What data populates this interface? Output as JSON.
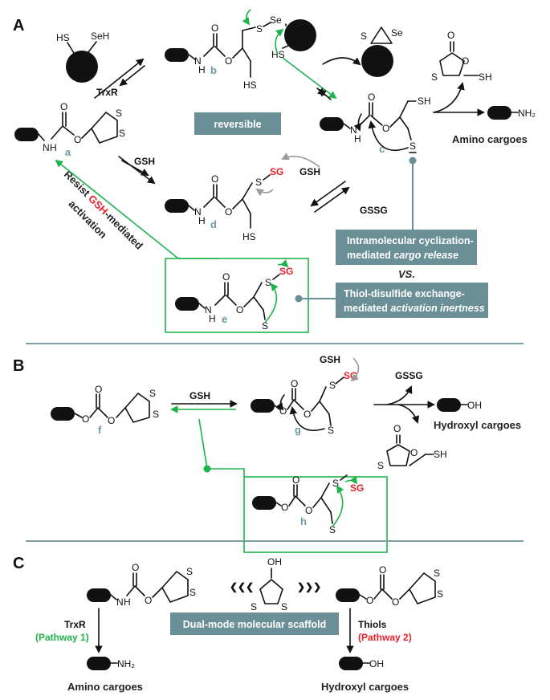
{
  "panels": {
    "a": "A",
    "b": "B",
    "c": "C"
  },
  "compounds": {
    "a": "a",
    "b": "b",
    "c": "c",
    "d": "d",
    "e": "e",
    "f": "f",
    "g": "g",
    "h": "h"
  },
  "atoms": {
    "S": "S",
    "Se": "Se",
    "SH": "SH",
    "HS": "HS",
    "SeH": "SeH",
    "SG": "SG",
    "O": "O",
    "N": "N",
    "H": "H",
    "OH": "OH",
    "NH2": "NH₂"
  },
  "reagents": {
    "trxr": "TrxR",
    "gsh": "GSH",
    "gssg": "GSSG"
  },
  "labels": {
    "reversible": "reversible",
    "amino_cargoes": "Amino cargoes",
    "hydroxyl_cargoes": "Hydroxyl cargoes",
    "resist_pre": "Resist ",
    "resist_gsh": "GSH",
    "resist_post": "-mediated",
    "activation": "activation",
    "box1_line1": "Intramolecular cyclization-",
    "box1_line2a": "mediated ",
    "box1_line2b": "cargo release",
    "vs": "VS.",
    "box2_line1": "Thiol-disulfide exchange-",
    "box2_line2a": "mediated ",
    "box2_line2b": "activation inertness",
    "dual_mode": "Dual-mode molecular scaffold",
    "trxr_c": "TrxR",
    "pathway1": "(Pathway 1)",
    "thiols": "Thiols",
    "pathway2": "(Pathway 2)"
  },
  "colors": {
    "teal_box": "#6a8f96",
    "green": "#1db34b",
    "red": "#e8202a",
    "compound_label": "#6f9aa3",
    "divider": "#7e9ea5"
  }
}
